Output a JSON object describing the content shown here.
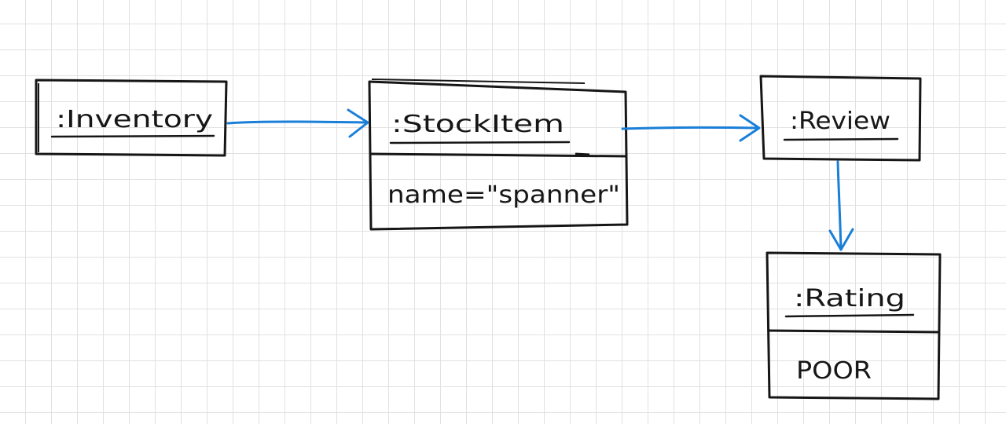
{
  "diagram": {
    "objects": [
      {
        "id": "inventory",
        "name": ":Inventory",
        "attributes": []
      },
      {
        "id": "stockitem",
        "name": ":StockItem",
        "attributes": [
          "name=\"spanner\""
        ]
      },
      {
        "id": "review",
        "name": ":Review",
        "attributes": []
      },
      {
        "id": "rating",
        "name": ":Rating",
        "attributes": [
          "POOR"
        ]
      }
    ],
    "links": [
      {
        "from": "inventory",
        "to": "stockitem"
      },
      {
        "from": "stockitem",
        "to": "review"
      },
      {
        "from": "review",
        "to": "rating"
      }
    ],
    "colors": {
      "ink": "#161616",
      "arrow": "#1a7fd8",
      "grid": "#e1e1e1"
    }
  }
}
